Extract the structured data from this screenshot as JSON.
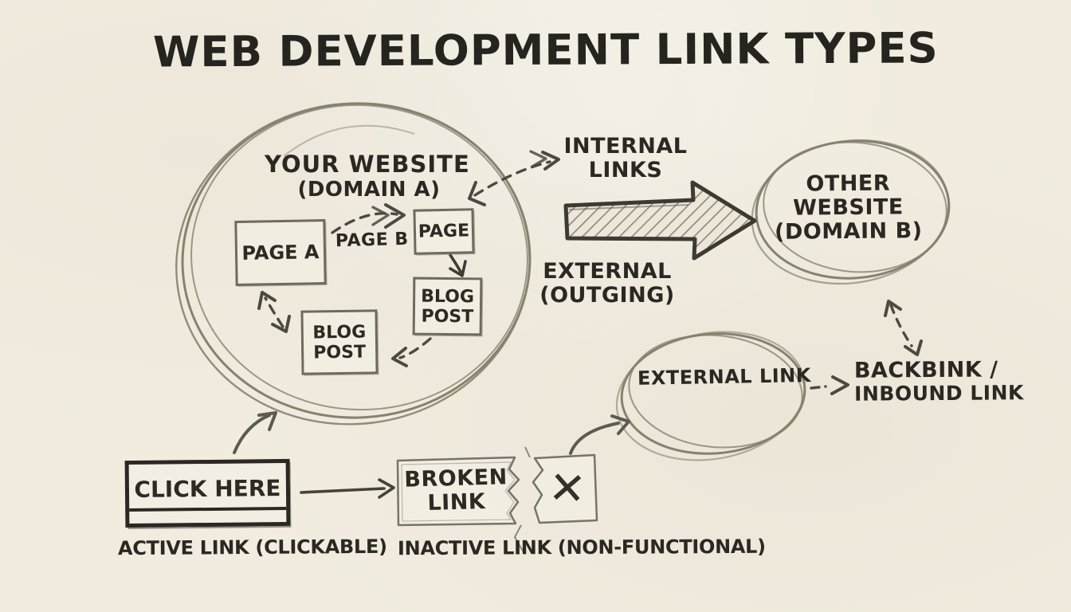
{
  "title": "WEB DEVELOPMENT LINK TYPES",
  "colors": {
    "background": "#f1ecdf",
    "ink": "#2b2823",
    "pencil_gray": "#85826f"
  },
  "your_website": {
    "title": "YOUR WEBSITE",
    "subtitle": "(DOMAIN A)",
    "page_a": "PAGE A",
    "page_b_label": "PAGE B",
    "page": "PAGE",
    "blog_post_1": {
      "line1": "BLOG",
      "line2": "POST"
    },
    "blog_post_2": {
      "line1": "BLOG",
      "line2": "POST"
    }
  },
  "labels": {
    "internal_links": {
      "line1": "INTERNAL",
      "line2": "LINKS"
    },
    "external_outgoing": {
      "line1": "EXTERNAL",
      "line2": "(OUTGING)"
    },
    "backlink": {
      "line1": "BACKBINK /",
      "line2": "INBOUND LINK"
    }
  },
  "other_website": {
    "line1": "OTHER",
    "line2": "WEBSITE",
    "line3": "(DOMAIN B)"
  },
  "external_link": {
    "label": "EXTERNAL LINK"
  },
  "active_link": {
    "button": "CLICK HERE",
    "caption": "ACTIVE LINK (CLICKABLE)"
  },
  "inactive_link": {
    "line1": "BROKEN",
    "line2": "LINK",
    "x_mark": "✕",
    "caption": "INACTIVE LINK (NON-FUNCTIONAL)"
  }
}
